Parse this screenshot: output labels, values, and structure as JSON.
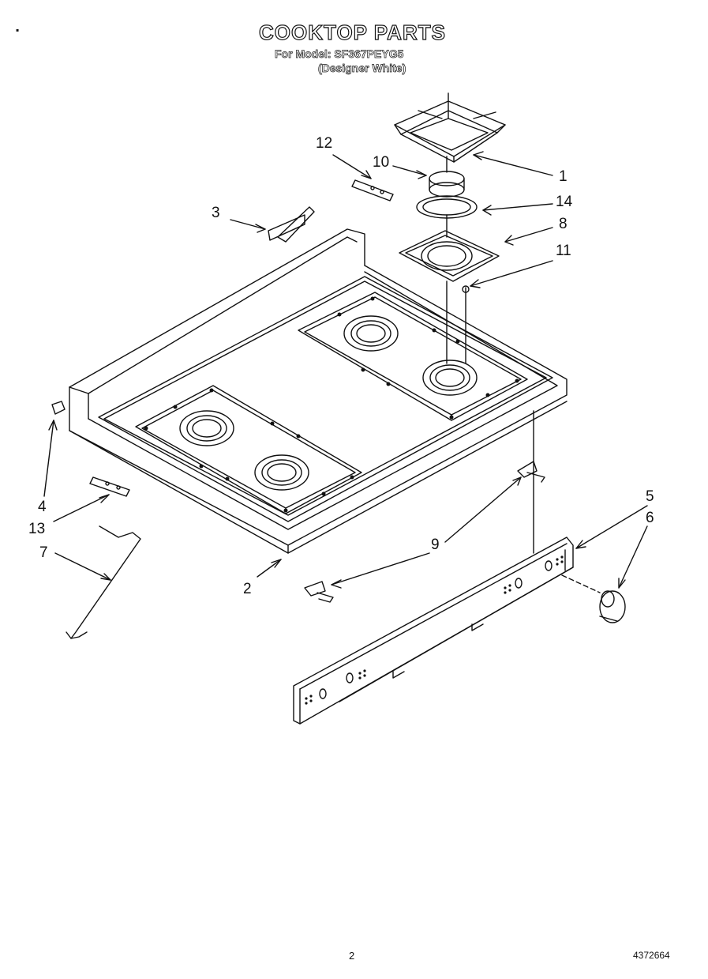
{
  "header": {
    "title": "COOKTOP PARTS",
    "model_line": "For Model: SF367PEYG5",
    "variant_line": "(Designer White)"
  },
  "callouts": [
    {
      "id": "1",
      "label": "1"
    },
    {
      "id": "2",
      "label": "2"
    },
    {
      "id": "3",
      "label": "3"
    },
    {
      "id": "4",
      "label": "4"
    },
    {
      "id": "5",
      "label": "5"
    },
    {
      "id": "6",
      "label": "6"
    },
    {
      "id": "7",
      "label": "7"
    },
    {
      "id": "8",
      "label": "8"
    },
    {
      "id": "9",
      "label": "9"
    },
    {
      "id": "10",
      "label": "10"
    },
    {
      "id": "11",
      "label": "11"
    },
    {
      "id": "12",
      "label": "12"
    },
    {
      "id": "13",
      "label": "13"
    },
    {
      "id": "14",
      "label": "14"
    }
  ],
  "footer": {
    "page_number": "2",
    "document_number": "4372664"
  }
}
